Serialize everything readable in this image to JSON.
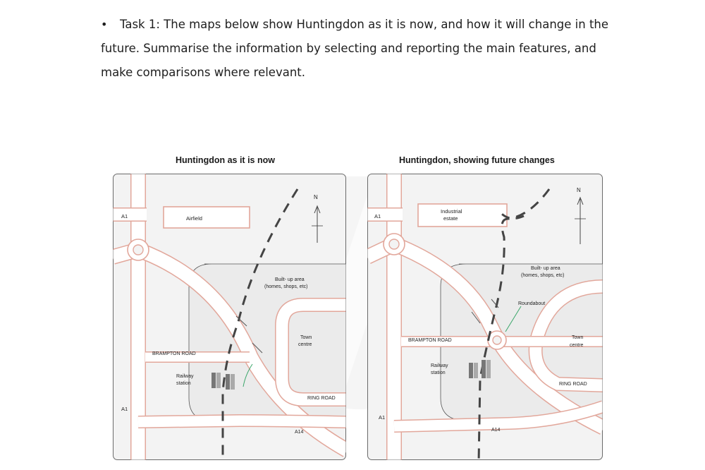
{
  "task": {
    "bullet": "•",
    "line1": "Task 1: The maps below show Huntingdon as it is now, and how it will change in the",
    "line2": "future. Summarise the information by selecting and reporting the main features, and",
    "line3": "make comparisons where relevant."
  },
  "map_now": {
    "title": "Huntingdon as it is now",
    "labels": {
      "a1_top": "A1",
      "a1_bottom": "A1",
      "airfield": "Airfield",
      "north": "N",
      "builtup_1": "Built- up area",
      "builtup_2": "(homes, shops, etc)",
      "town_1": "Town",
      "town_2": "centre",
      "brampton": "BRAMPTON ROAD",
      "railway_1": "Railway",
      "railway_2": "station",
      "ring_road": "RING ROAD",
      "a14": "A14"
    }
  },
  "map_future": {
    "title": "Huntingdon, showing future changes",
    "labels": {
      "a1_top": "A1",
      "a1_bottom": "A1",
      "industrial_1": "Industrial",
      "industrial_2": "estate",
      "north": "N",
      "builtup_1": "Built- up area",
      "builtup_2": "(homes, shops, etc)",
      "roundabout": "Roundabout",
      "town_1": "Town",
      "town_2": "centre",
      "brampton": "BRAMPTON ROAD",
      "railway_1": "Railway",
      "railway_2": "station",
      "ring_road": "RING ROAD",
      "a14": "A14"
    }
  },
  "colors": {
    "road_outline": "#e2a79b",
    "map_bg": "#f2f2f2",
    "area_fill": "#ebebeb",
    "railway": "#444444",
    "pointer": "#3aa66a"
  }
}
